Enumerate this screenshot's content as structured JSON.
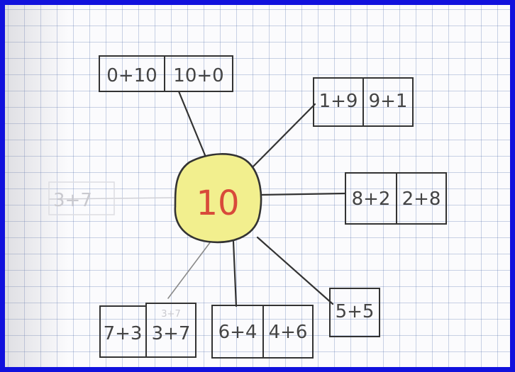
{
  "center": {
    "value": "10"
  },
  "branches": [
    {
      "id": "top-left",
      "cells": [
        "0+10",
        "10+0"
      ]
    },
    {
      "id": "top-right",
      "cells": [
        "1+9",
        "9+1"
      ]
    },
    {
      "id": "right",
      "cells": [
        "8+2",
        "2+8"
      ]
    },
    {
      "id": "bottom-right",
      "cells": [
        "5+5"
      ]
    },
    {
      "id": "bottom-middle",
      "cells": [
        "6+4",
        "4+6"
      ]
    },
    {
      "id": "bottom-left",
      "cells": [
        "7+3",
        "3+7"
      ]
    }
  ],
  "erased": {
    "label": "3+7",
    "small_label": "3+7"
  },
  "colors": {
    "frame": "#1111dd",
    "center_fill": "#f2ef8e",
    "center_text": "#d84a3a",
    "ink": "#444444"
  }
}
